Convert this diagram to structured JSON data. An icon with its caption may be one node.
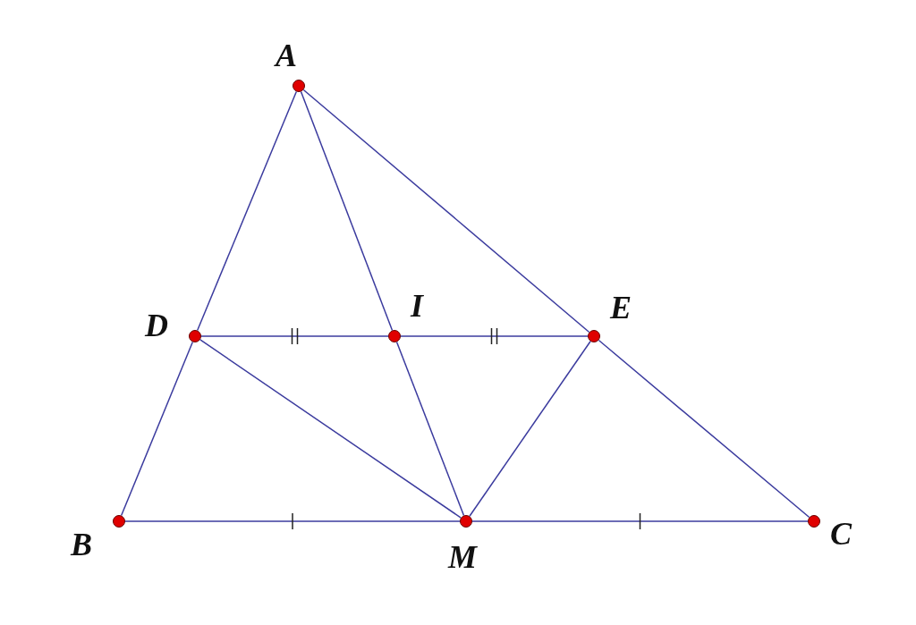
{
  "diagram": {
    "nodes": [
      {
        "text": [
          "A"
        ]
      },
      {
        "text": [
          "D"
        ]
      },
      {
        "text": [
          "I"
        ]
      },
      {
        "text": [
          "E"
        ]
      },
      {
        "text": [
          "B"
        ]
      },
      {
        "text": [
          "M"
        ]
      },
      {
        "text": [
          "C"
        ]
      }
    ],
    "edges": [
      {
        "from": 0,
        "to": 1,
        "arrow": "none"
      },
      {
        "from": 1,
        "to": 4,
        "arrow": "none"
      },
      {
        "from": 0,
        "to": 2,
        "arrow": "none"
      },
      {
        "from": 2,
        "to": 5,
        "arrow": "none"
      },
      {
        "from": 0,
        "to": 3,
        "arrow": "none"
      },
      {
        "from": 3,
        "to": 6,
        "arrow": "none"
      },
      {
        "from": 1,
        "to": 2,
        "arrow": "none"
      },
      {
        "from": 2,
        "to": 3,
        "arrow": "none"
      },
      {
        "from": 4,
        "to": 5,
        "arrow": "none"
      },
      {
        "from": 5,
        "to": 6,
        "arrow": "none"
      },
      {
        "from": 1,
        "to": 5,
        "arrow": "none"
      },
      {
        "from": 3,
        "to": 5,
        "arrow": "none"
      }
    ]
  }
}
